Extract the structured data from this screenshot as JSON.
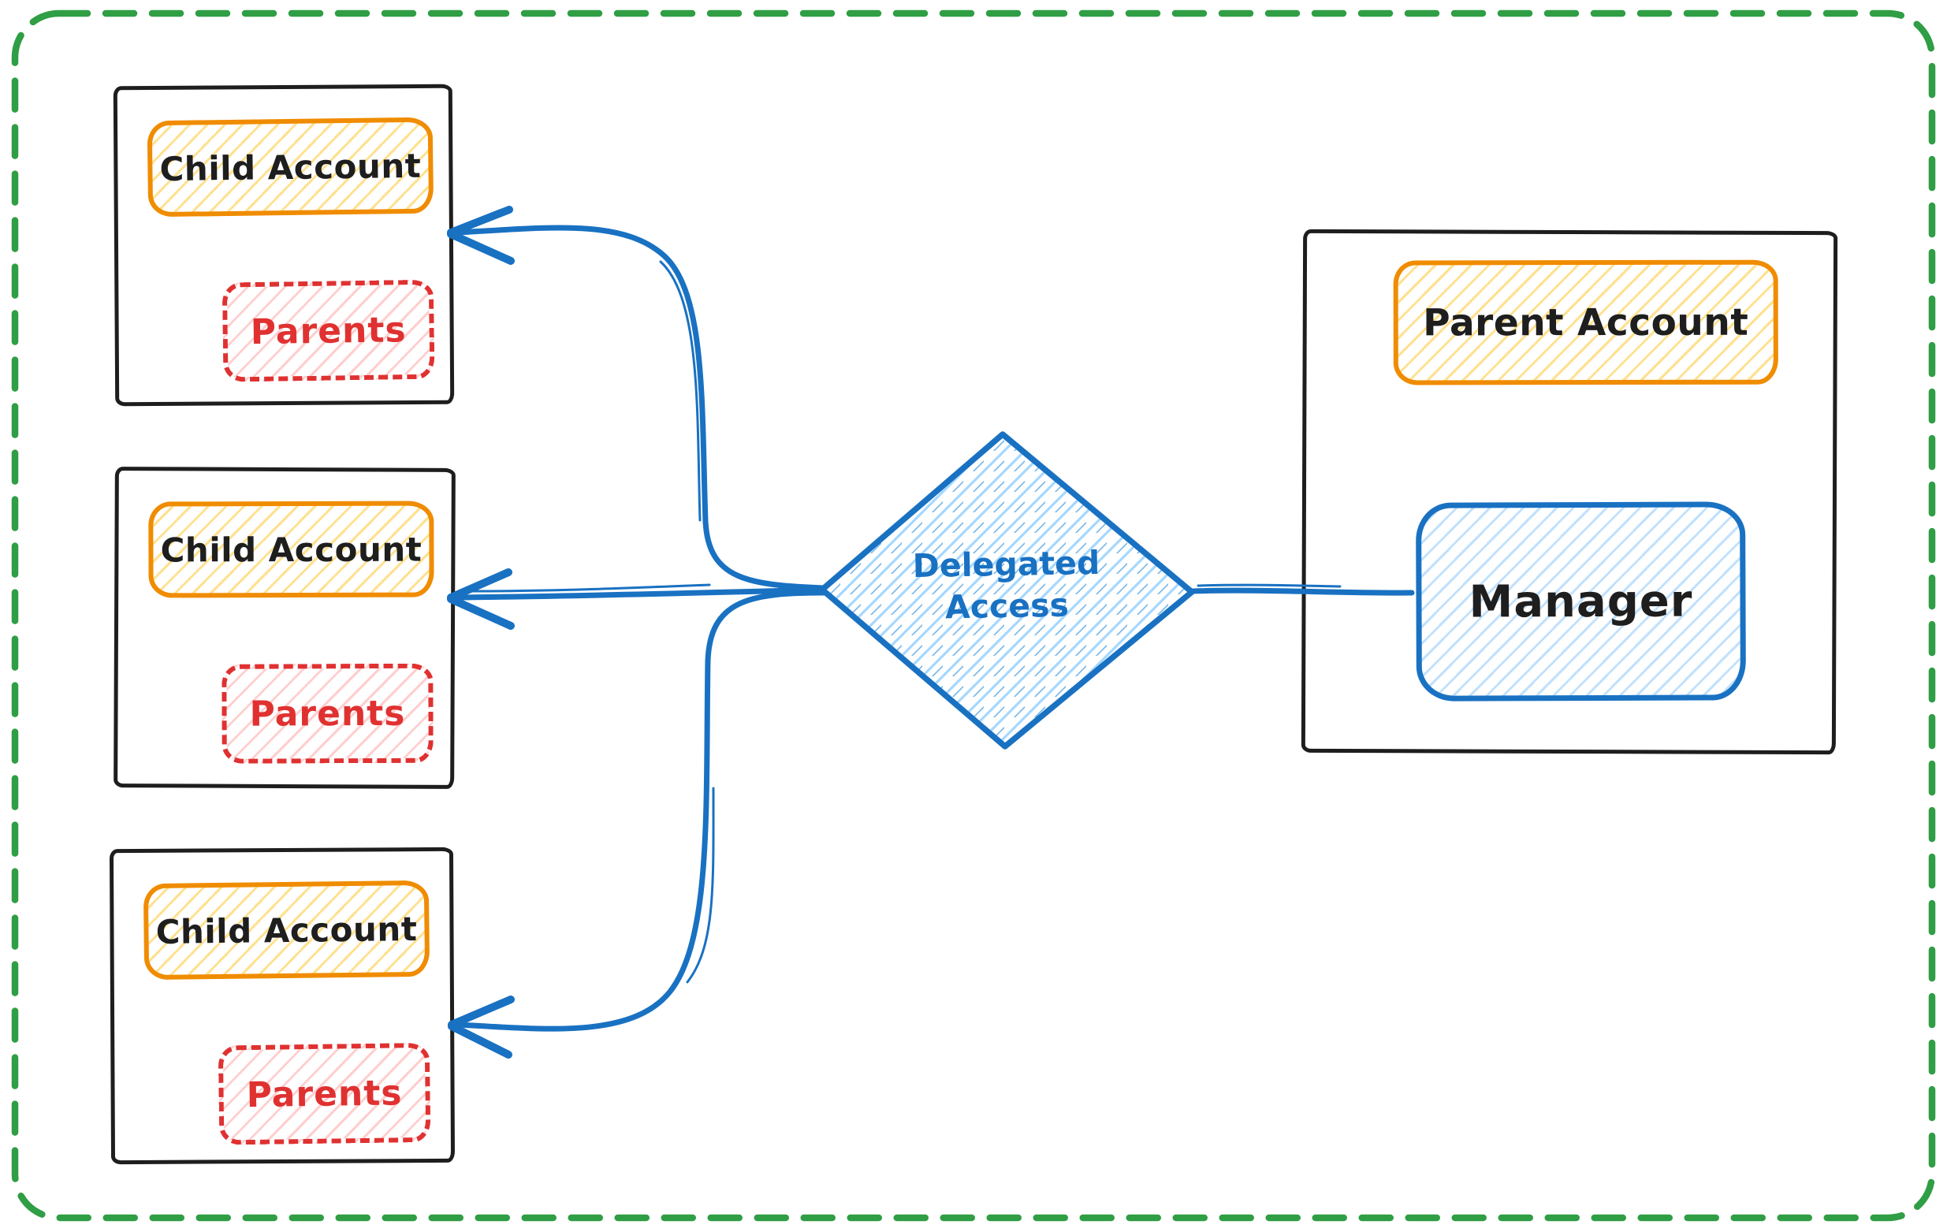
{
  "palette": {
    "stroke_black": "#1e1e1e",
    "orange": "#f08c00",
    "yellow_hatch": "#ffcd49",
    "red": "#e03131",
    "pink_hatch": "#ff8b8b",
    "blue": "#1971c2",
    "light_blue_hatch": "#a5d8ff",
    "green_border": "#2f9e44",
    "background": "#ffffff"
  },
  "children": [
    {
      "title": "Child Account",
      "member": "Parents"
    },
    {
      "title": "Child Account",
      "member": "Parents"
    },
    {
      "title": "Child Account",
      "member": "Parents"
    }
  ],
  "decision": {
    "line1": "Delegated",
    "line2": "Access"
  },
  "parent": {
    "title": "Parent Account",
    "member": "Manager"
  },
  "edges": [
    {
      "from": "manager",
      "to": "delegated-access",
      "style": "line"
    },
    {
      "from": "delegated-access",
      "to": "child-account-1",
      "style": "arrow"
    },
    {
      "from": "delegated-access",
      "to": "child-account-2",
      "style": "arrow"
    },
    {
      "from": "delegated-access",
      "to": "child-account-3",
      "style": "arrow"
    }
  ]
}
